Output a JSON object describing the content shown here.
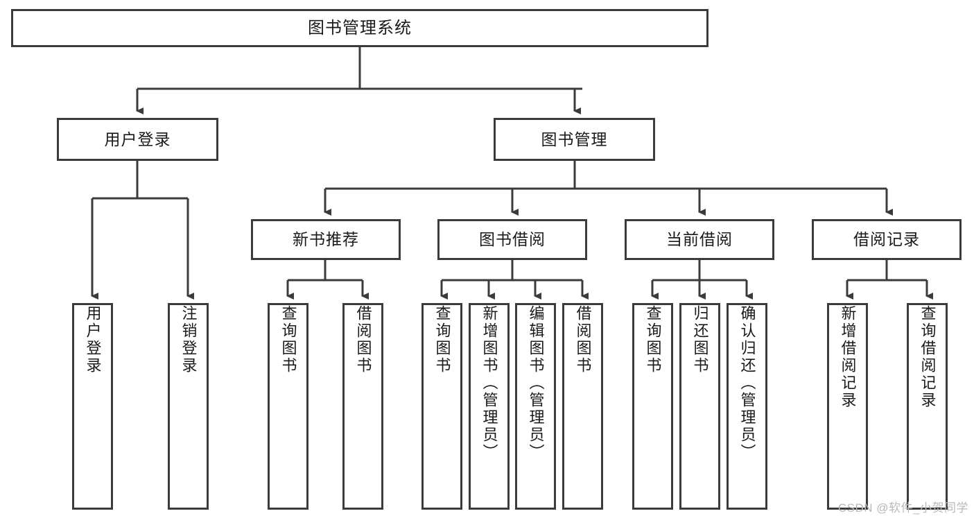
{
  "diagram": {
    "type": "tree-hierarchy-diagram",
    "title": "图书管理系统",
    "watermark": "CSDN @软件_小贺同学",
    "colors": {
      "box_border": "#3b3b3b",
      "connector": "#3b3b3b",
      "background": "#ffffff",
      "text": "#1a1a1a",
      "watermark": "#b9b9b9"
    },
    "nodes": {
      "root": {
        "label": "图书管理系统"
      },
      "level2": [
        {
          "label": "用户登录"
        },
        {
          "label": "图书管理"
        }
      ],
      "level3": [
        {
          "label": "新书推荐"
        },
        {
          "label": "图书借阅"
        },
        {
          "label": "当前借阅"
        },
        {
          "label": "借阅记录"
        }
      ],
      "leaves": {
        "user_login": [
          {
            "label": "用户登录"
          },
          {
            "label": "注销登录"
          }
        ],
        "new_book_recommend": [
          {
            "label": "查询图书"
          },
          {
            "label": "借阅图书"
          }
        ],
        "book_borrow": [
          {
            "label": "查询图书"
          },
          {
            "label": "新增图书（管理员）"
          },
          {
            "label": "编辑图书（管理员）"
          },
          {
            "label": "借阅图书"
          }
        ],
        "current_borrow": [
          {
            "label": "查询图书"
          },
          {
            "label": "归还图书"
          },
          {
            "label": "确认归还（管理员）"
          }
        ],
        "borrow_record": [
          {
            "label": "新增借阅记录"
          },
          {
            "label": "查询借阅记录"
          }
        ]
      }
    }
  }
}
